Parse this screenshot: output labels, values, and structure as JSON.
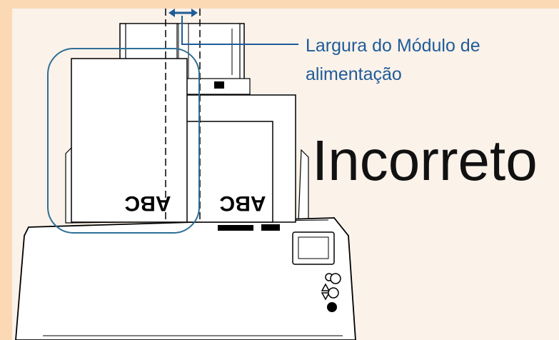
{
  "callout": {
    "line1": "Largura do Módulo de",
    "line2": "alimentação"
  },
  "verdict": "Incorreto",
  "papers": {
    "left_text": "ABC",
    "right_text": "ABC"
  },
  "colors": {
    "background": "#fbd9b5",
    "accent": "#1f5c99",
    "highlight_frame": "#2e6f96"
  },
  "icons": [
    "width-arrow-icon",
    "scanner-icon",
    "paper-icon",
    "power-icon",
    "scan-icon",
    "stop-icon"
  ]
}
